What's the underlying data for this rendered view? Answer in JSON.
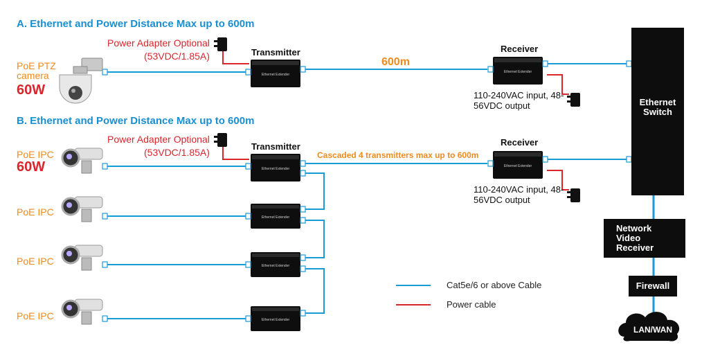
{
  "section_a": {
    "title": "A. Ethernet and Power Distance Max up to 600m",
    "camera_label": "PoE PTZ camera",
    "camera_power": "60W",
    "adapter_title": "Power Adapter Optional",
    "adapter_spec": "(53VDC/1.85A)",
    "transmitter": "Transmitter",
    "receiver": "Receiver",
    "distance": "600m",
    "receiver_power": "110-240VAC input, 48-56VDC output"
  },
  "section_b": {
    "title": "B. Ethernet and Power Distance Max up to 600m",
    "camera_labels": [
      "PoE IPC",
      "PoE IPC",
      "PoE IPC",
      "PoE IPC"
    ],
    "camera_power": "60W",
    "adapter_title": "Power Adapter Optional",
    "adapter_spec": "(53VDC/1.85A)",
    "transmitter": "Transmitter",
    "receiver": "Receiver",
    "cascade_note": "Cascaded 4 transmitters max up to 600m",
    "receiver_power": "110-240VAC input, 48-56VDC output"
  },
  "device_plate": "Ethernet Extender",
  "network": {
    "switch": "Ethernet Switch",
    "nvr": "Network Video Receiver",
    "firewall": "Firewall",
    "cloud": "LAN/WAN"
  },
  "legend": {
    "cat_cable": "Cat5e/6 or above Cable",
    "power_cable": "Power cable"
  },
  "colors": {
    "data_cable": "#1a9ad6",
    "power_cable": "#d8262c",
    "section_title": "#1a8fd0",
    "camera_label": "#f08a1e",
    "watt": "#d8262c",
    "device_body": "#111111"
  }
}
